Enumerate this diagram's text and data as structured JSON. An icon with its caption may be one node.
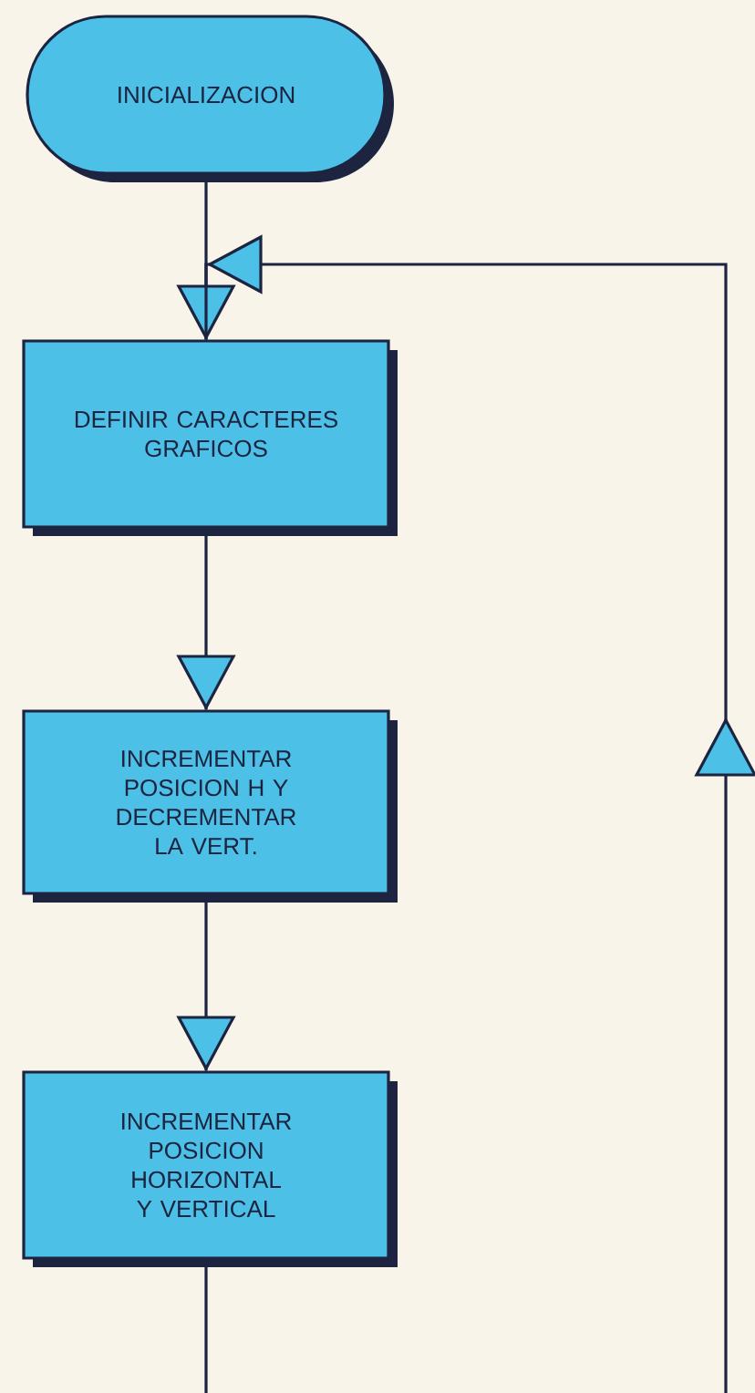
{
  "diagram": {
    "nodes": [
      {
        "text": [
          "INICIALIZACION"
        ]
      },
      {
        "text": [
          "DEFINIR CARACTERES GRAFICOS"
        ]
      },
      {
        "text": [
          "INCREMENTAR POSICION H Y DECREMENTAR LA VERT."
        ]
      },
      {
        "text": [
          "INCREMENTAR POSICION HORIZONTAL Y VERTICAL"
        ]
      }
    ],
    "edges": [
      {
        "from": 0,
        "to": 1,
        "arrow": "to"
      },
      {
        "from": 1,
        "to": 2,
        "arrow": "to"
      },
      {
        "from": 2,
        "to": 3,
        "arrow": "to"
      },
      {
        "from": 3,
        "to": 1,
        "arrow": "to"
      }
    ]
  }
}
